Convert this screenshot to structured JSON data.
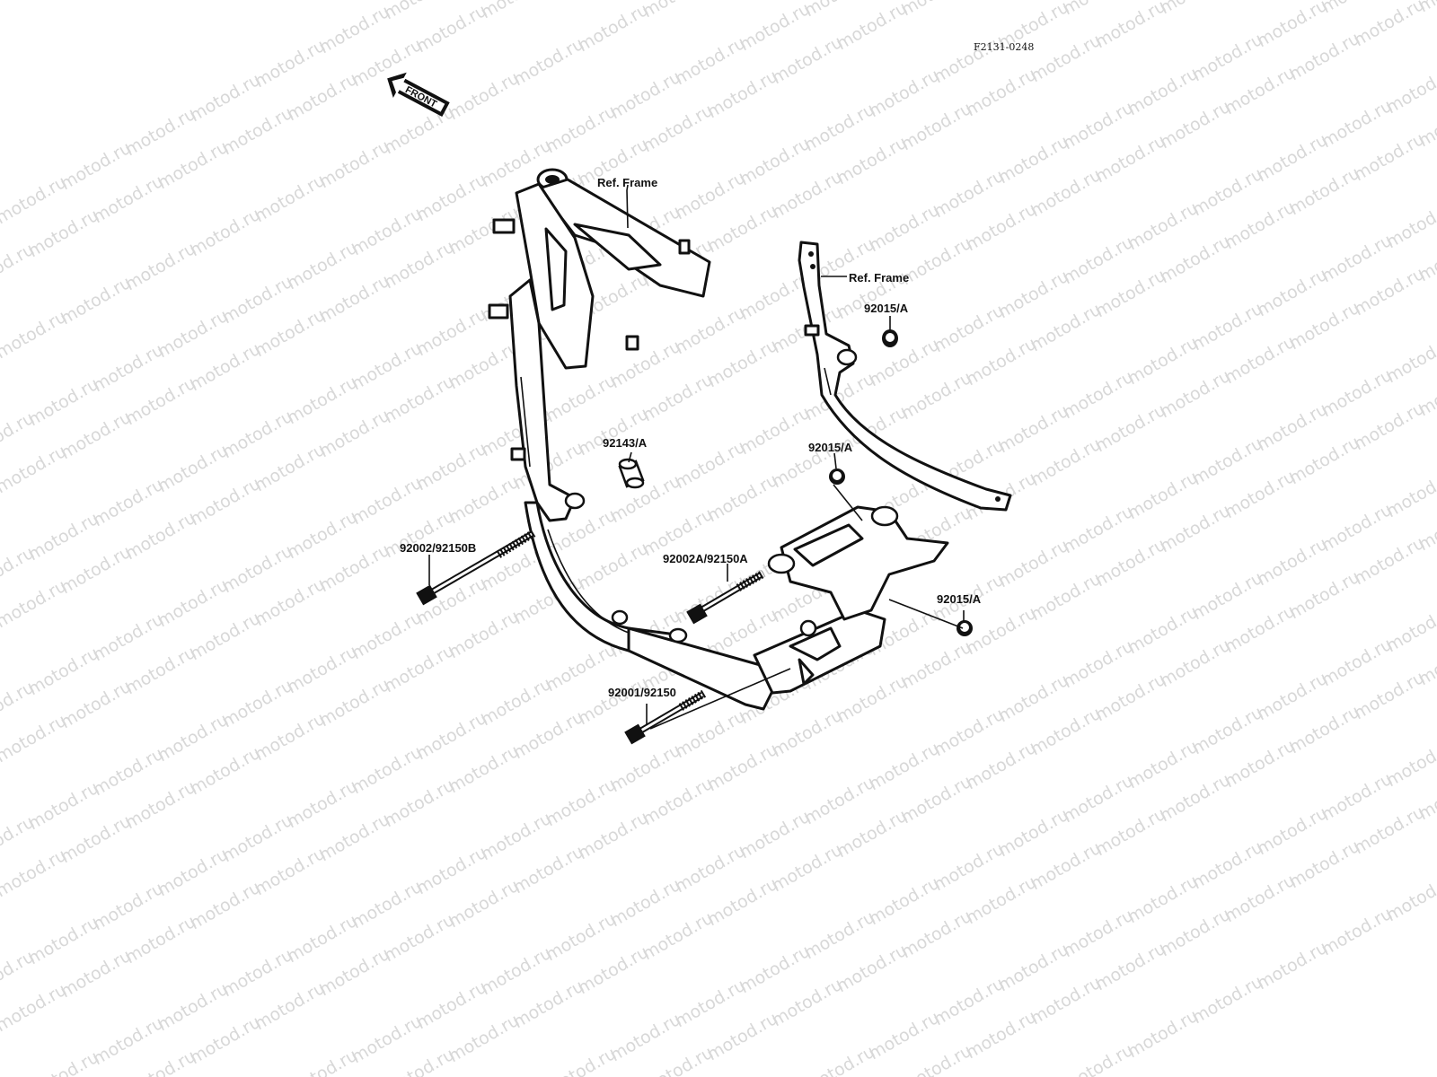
{
  "diagram": {
    "code": "F2131-0248",
    "front_label": "FRONT",
    "watermark": "motod.ru",
    "labels": {
      "ref_frame_1": "Ref. Frame",
      "ref_frame_2": "Ref. Frame",
      "nut_top": "92015/A",
      "collar": "92143/A",
      "nut_mid": "92015/A",
      "bolt_left": "92002/92150B",
      "bolt_center": "92002A/92150A",
      "nut_right": "92015/A",
      "bolt_bottom": "92001/92150"
    }
  }
}
